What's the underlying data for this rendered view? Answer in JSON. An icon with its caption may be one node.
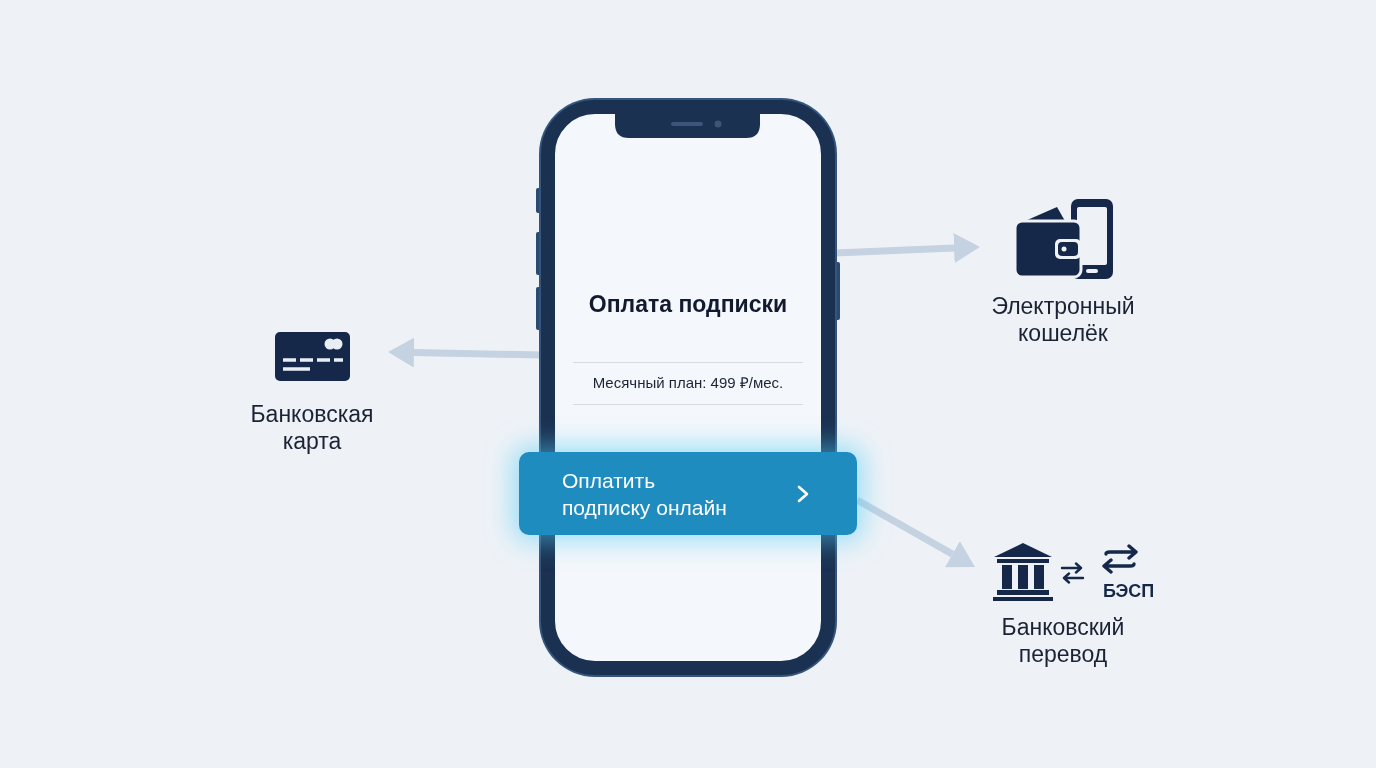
{
  "diagram": {
    "nodes": [
      {
        "text": [
          "Оплата подписки",
          "Месячный план: 499 ₽/мес."
        ]
      },
      {
        "text": [
          "Оплатить подписку онлайн"
        ]
      },
      {
        "text": [
          "Банковская карта"
        ]
      },
      {
        "text": [
          "Электронный кошелёк"
        ]
      },
      {
        "text": [
          "БЭСП",
          "Банковский перевод"
        ]
      }
    ],
    "edges": [
      {
        "from": 0,
        "to": 2,
        "arrow": "to"
      },
      {
        "from": 0,
        "to": 3,
        "arrow": "to"
      },
      {
        "from": 1,
        "to": 4,
        "arrow": "to"
      }
    ]
  }
}
